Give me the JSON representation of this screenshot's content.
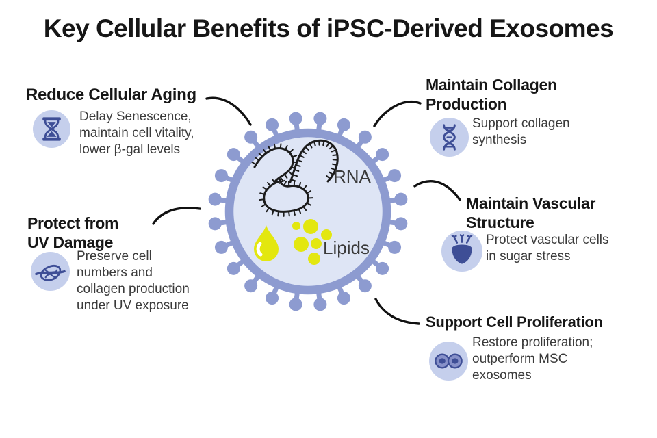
{
  "title": "Key Cellular Benefits of iPSC-Derived Exosomes",
  "exosome": {
    "rna_label": "RNA",
    "lipids_label": "Lipids"
  },
  "benefits": [
    {
      "id": "reduce-cellular-aging",
      "heading": "Reduce Cellular Aging",
      "description": "Delay Senescence,\nmaintain cell vitality,\nlower β-gal levels",
      "icon": "hourglass-icon"
    },
    {
      "id": "maintain-collagen-production",
      "heading": "Maintain Collagen\nProduction",
      "description": "Support collagen\nsynthesis",
      "icon": "dna-helix-icon"
    },
    {
      "id": "maintain-vascular-structure",
      "heading": "Maintain Vascular\nStructure",
      "description": "Protect vascular cells\nin sugar stress",
      "icon": "blood-vessel-icon"
    },
    {
      "id": "protect-from-uv-damage",
      "heading": "Protect from\nUV Damage",
      "description": "Preserve cell\nnumbers and\ncollagen production\nunder UV exposure",
      "icon": "collagen-fiber-icon"
    },
    {
      "id": "support-cell-proliferation",
      "heading": "Support Cell Proliferation",
      "description": "Restore proliferation;\noutperform MSC\nexosomes",
      "icon": "dividing-cells-icon"
    }
  ],
  "colors": {
    "accent_periwinkle": "#8d9bd0",
    "membrane_fill": "#dee5f5",
    "icon_circle_bg": "#c5cfec",
    "icon_foreground": "#3e4e96",
    "cell_body_blue": "#8791c9",
    "lipid_yellow": "#e3e70f",
    "heading_text": "#161616",
    "body_text": "#3a3a3a",
    "connector_black": "#111111",
    "rna_black": "#1c1c1c",
    "background": "#ffffff"
  }
}
